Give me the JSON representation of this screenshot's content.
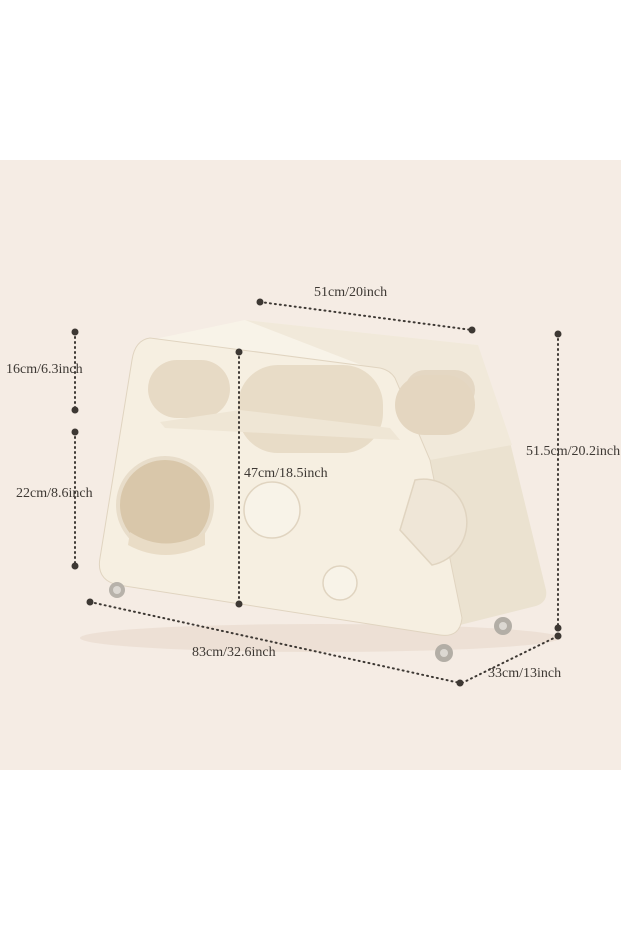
{
  "dimensions": {
    "top_width": "51cm/20inch",
    "left_upper_height": "16cm/6.3inch",
    "left_lower_height": "22cm/8.6inch",
    "inner_height": "47cm/18.5inch",
    "total_height": "51.5cm/20.2inch",
    "bottom_length": "83cm/32.6inch",
    "depth": "33cm/13inch"
  },
  "colors": {
    "background": "#f5ece4",
    "furniture": "#f4eddd",
    "furniture_shadow": "#e4d9c6",
    "dimension_line": "#3d3833"
  }
}
